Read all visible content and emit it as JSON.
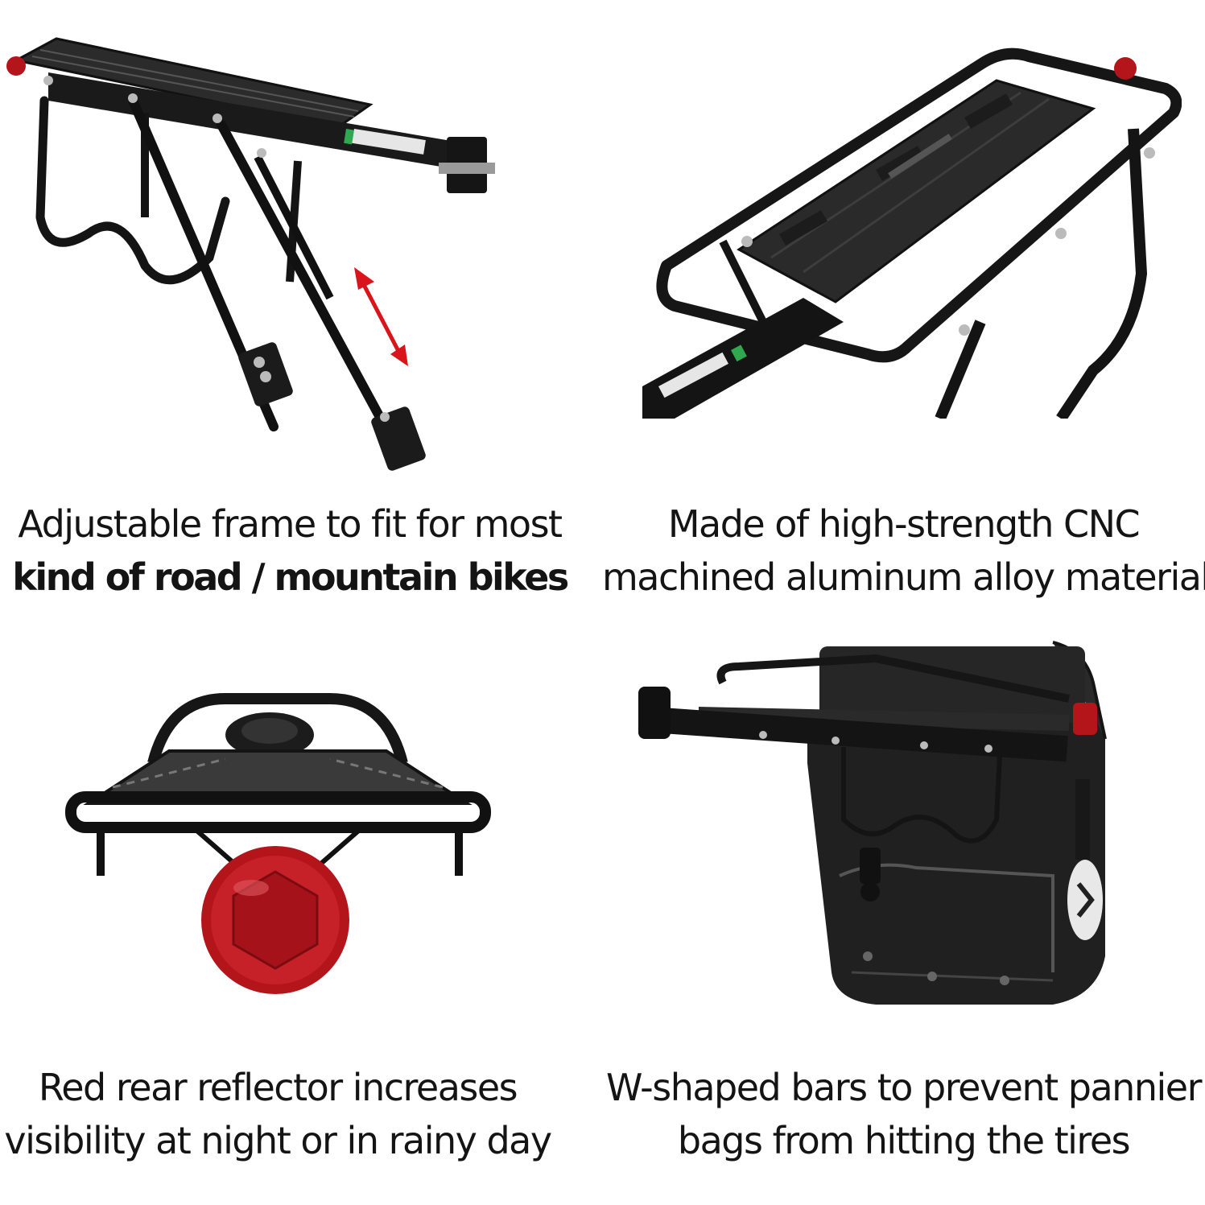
{
  "panels": [
    {
      "id": "adjustable-frame",
      "caption_line1": "Adjustable frame to fit for most",
      "caption_line2": "kind of road / mountain bikes"
    },
    {
      "id": "cnc-aluminum",
      "caption_line1": "Made of high-strength CNC",
      "caption_line2": "machined aluminum alloy material"
    },
    {
      "id": "red-reflector",
      "caption_line1": "Red rear reflector increases",
      "caption_line2": "visibility at night or in rainy day"
    },
    {
      "id": "w-shaped-bars",
      "caption_line1": "W-shaped bars to prevent pannier",
      "caption_line2": "bags from hitting the tires"
    }
  ],
  "colors": {
    "frame": "#1a1a1a",
    "arrow": "#d9141a",
    "reflector": "#b3151b",
    "bag": "#202020"
  },
  "icons": [
    "adjust-arrow-icon",
    "reflector-icon",
    "brand-logo-icon"
  ]
}
